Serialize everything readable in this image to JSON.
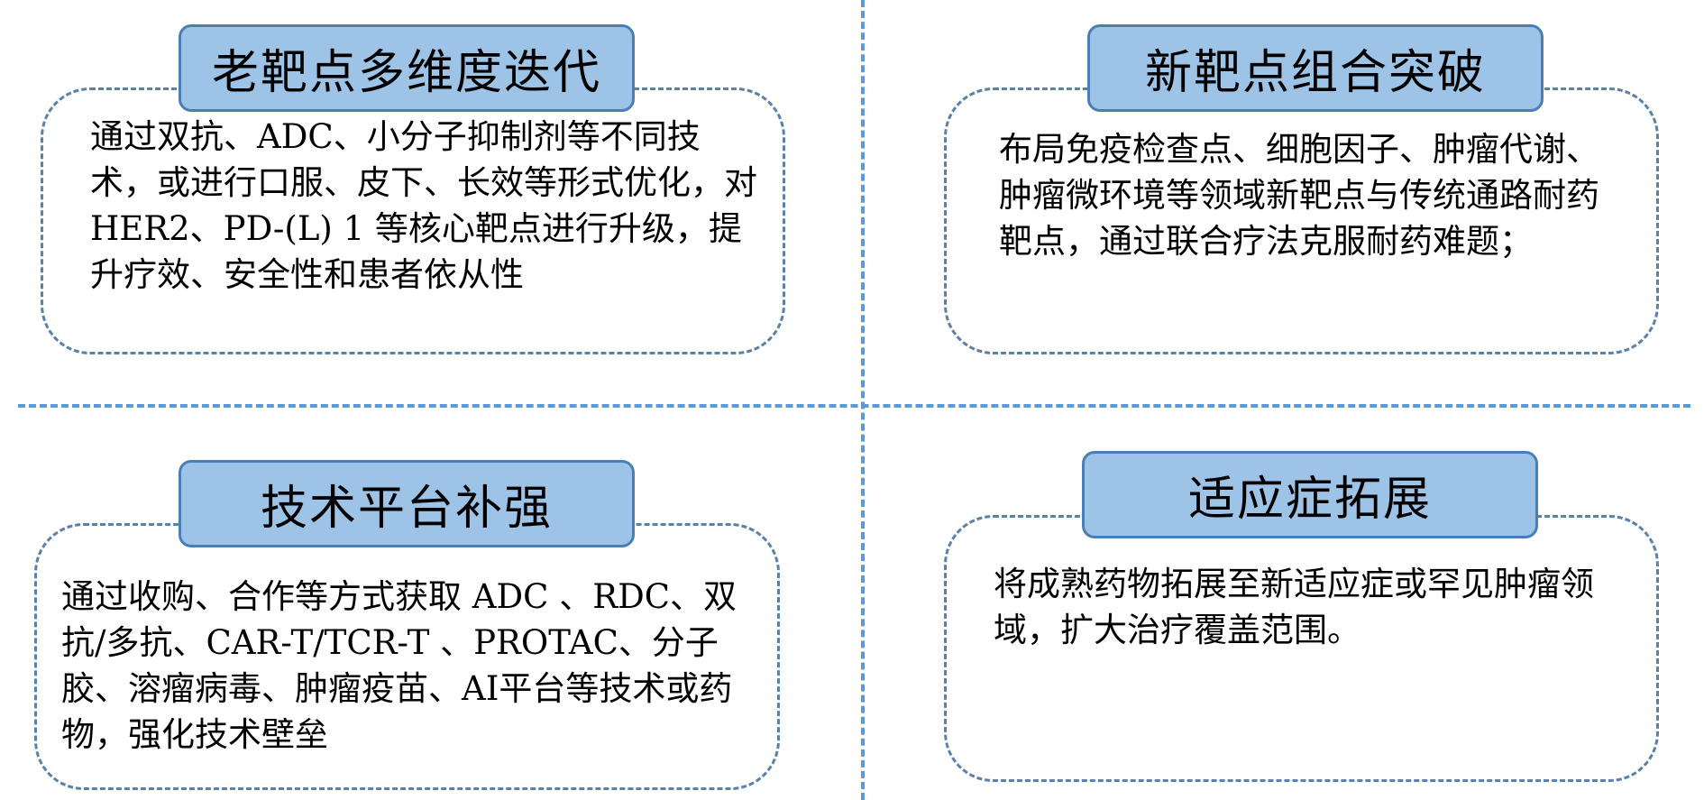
{
  "quadrants": {
    "top_left": {
      "title": "老靶点多维度迭代",
      "body": "通过双抗、ADC、小分子抑制剂等不同技术，或进行口服、皮下、长效等形式优化，对 HER2、PD-(L) 1 等核心靶点进行升级，提升疗效、安全性和患者依从性"
    },
    "top_right": {
      "title": "新靶点组合突破",
      "body": "布局免疫检查点、细胞因子、肿瘤代谢、肿瘤微环境等领域新靶点与传统通路耐药靶点，通过联合疗法克服耐药难题；"
    },
    "bottom_left": {
      "title": "技术平台补强",
      "body": "通过收购、合作等方式获取 ADC 、RDC、双抗/多抗、CAR-T/TCR-T 、PROTAC、分子胶、溶瘤病毒、肿瘤疫苗、AI平台等技术或药物，强化技术壁垒"
    },
    "bottom_right": {
      "title": "适应症拓展",
      "body": "将成熟药物拓展至新适应症或罕见肿瘤领域，扩大治疗覆盖范围。"
    }
  },
  "colors": {
    "divider": "#5b9bd5",
    "tab_fill": "#9dc3e6",
    "tab_border": "#4a7fb5",
    "box_border": "#5b81a8"
  }
}
